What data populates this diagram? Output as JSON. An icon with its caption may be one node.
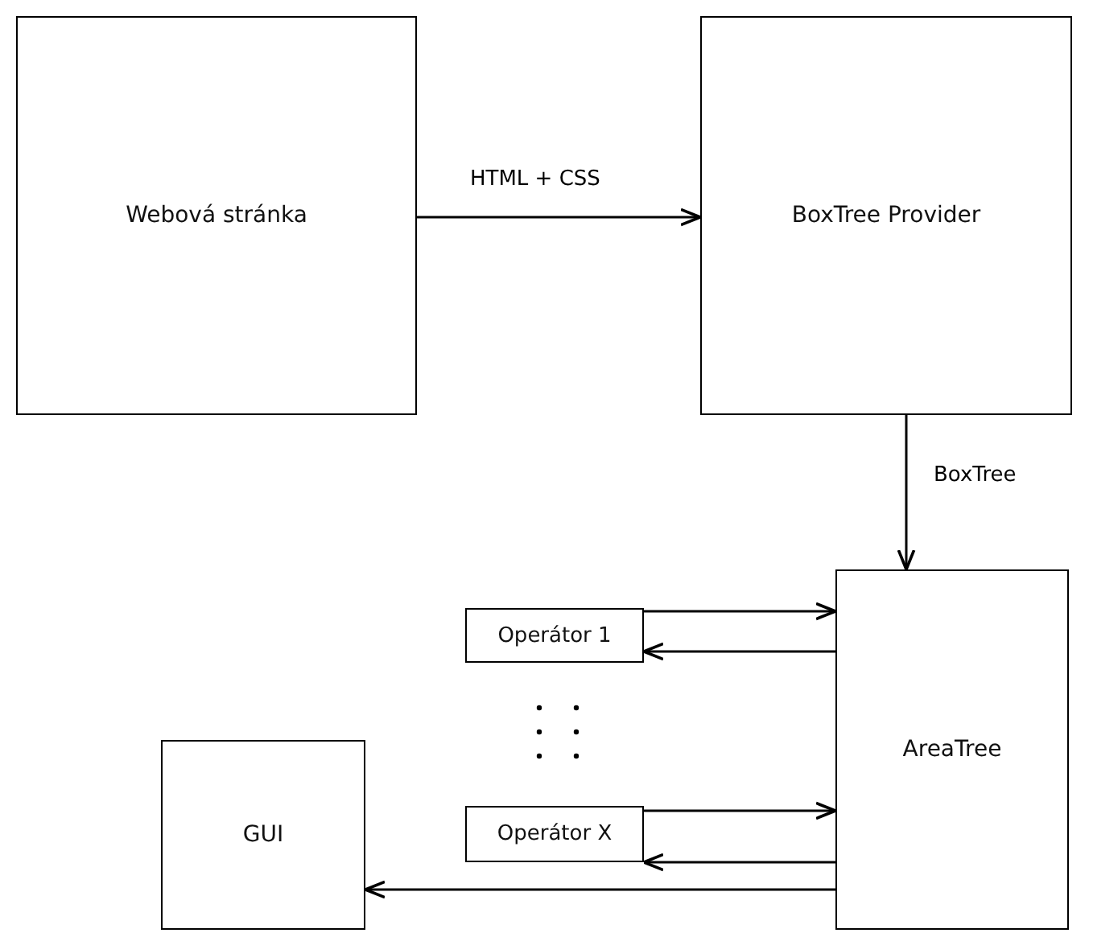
{
  "diagram": {
    "nodes": [
      {
        "text": [
          "Webová stránka"
        ]
      },
      {
        "text": [
          "BoxTree Provider"
        ]
      },
      {
        "text": [
          "Operátor 1"
        ]
      },
      {
        "text": [
          "Operátor X"
        ]
      },
      {
        "text": [
          "AreaTree"
        ]
      },
      {
        "text": [
          "GUI"
        ]
      }
    ],
    "edges": [
      {
        "from": 0,
        "to": 1,
        "arrow": "to",
        "label": "HTML + CSS"
      },
      {
        "from": 1,
        "to": 4,
        "arrow": "to",
        "label": "BoxTree"
      },
      {
        "from": 2,
        "to": 4,
        "arrow": "to"
      },
      {
        "from": 4,
        "to": 2,
        "arrow": "to"
      },
      {
        "from": 3,
        "to": 4,
        "arrow": "to"
      },
      {
        "from": 4,
        "to": 3,
        "arrow": "to"
      },
      {
        "from": 4,
        "to": 5,
        "arrow": "to"
      }
    ]
  }
}
